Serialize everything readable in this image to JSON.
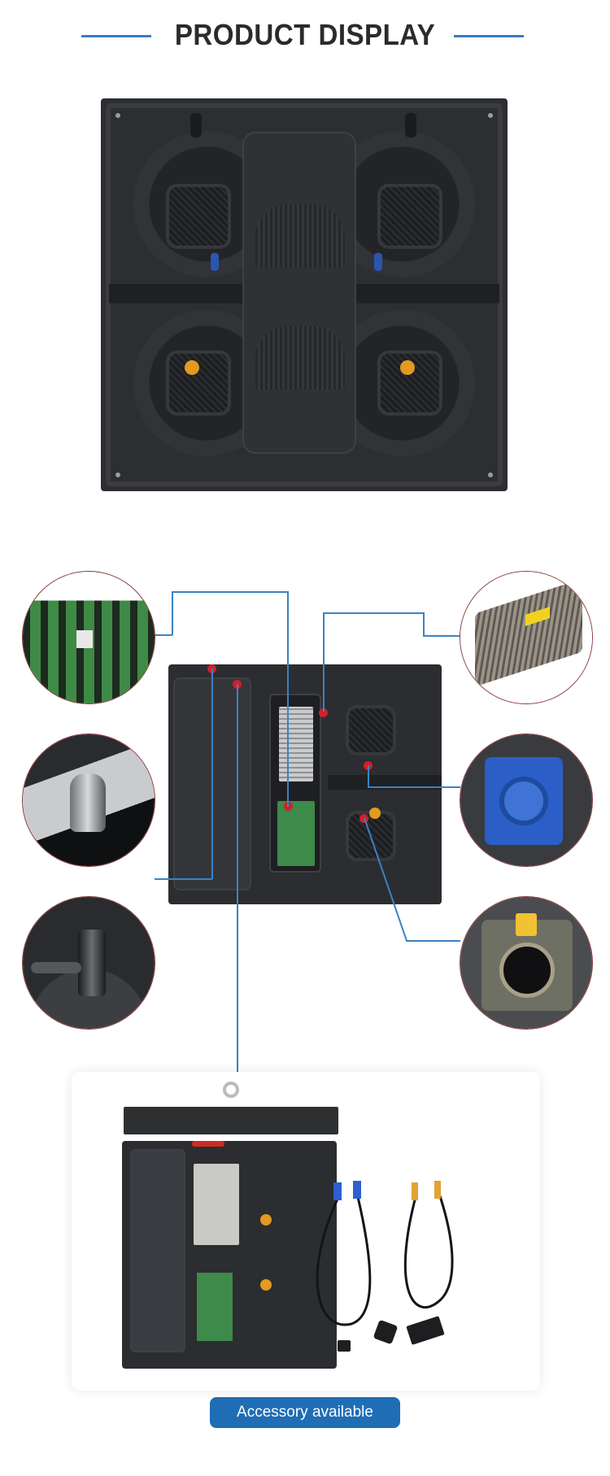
{
  "header": {
    "title": "PRODUCT DISPLAY",
    "rule_color": "#3b7cc4"
  },
  "product_view": {
    "alt": "LED display cabinet rear view"
  },
  "diagram": {
    "alt": "LED cabinet internals with component callouts",
    "leader_color": "#3b82c4",
    "hotspot_color": "#d0202a",
    "callouts": [
      {
        "id": "receiving-card",
        "side": "left",
        "alt": "Receiving card PCB"
      },
      {
        "id": "locating-pin",
        "side": "left",
        "alt": "Locating pin"
      },
      {
        "id": "fast-lock",
        "side": "left",
        "alt": "Fast lock latch"
      },
      {
        "id": "power-supply",
        "side": "right",
        "alt": "Power supply"
      },
      {
        "id": "power-connector",
        "side": "right",
        "alt": "Power connector (blue)"
      },
      {
        "id": "signal-connector",
        "side": "right",
        "alt": "Signal connector (RJ45)"
      }
    ]
  },
  "accessories": {
    "alt": "Cabinet with hanging bar, power and signal cables, mounting plates"
  },
  "cta": {
    "label": "Accessory available",
    "color": "#1f6db5"
  }
}
